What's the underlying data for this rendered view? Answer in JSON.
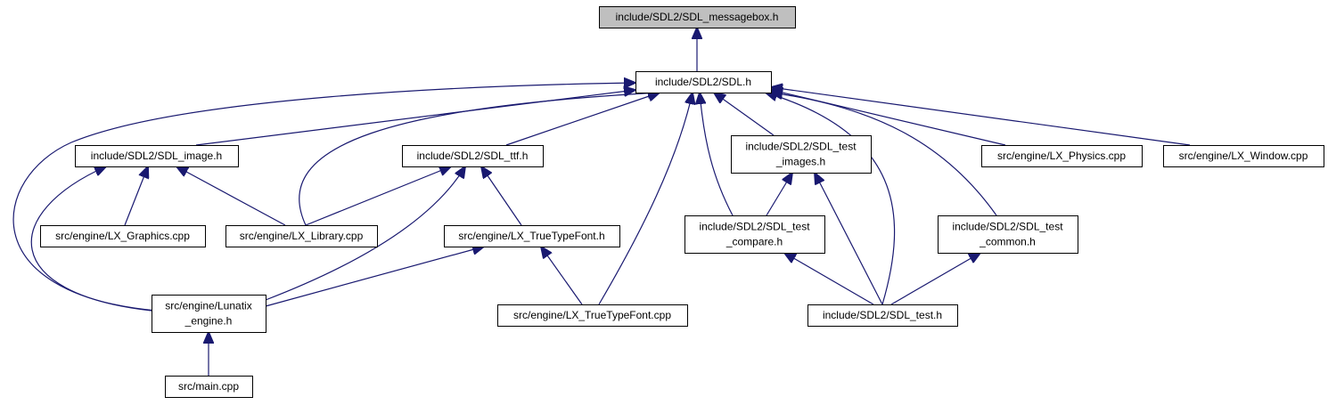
{
  "diagram": {
    "type": "include-dependency-graph",
    "colors": {
      "edge": "#191970",
      "node_fill": "#ffffff",
      "root_fill": "#bfbfbf",
      "border": "#000000"
    },
    "nodes": [
      {
        "id": "messagebox",
        "lines": [
          "include/SDL2/SDL_messagebox.h"
        ],
        "root": true
      },
      {
        "id": "sdl",
        "lines": [
          "include/SDL2/SDL.h"
        ]
      },
      {
        "id": "image",
        "lines": [
          "include/SDL2/SDL_image.h"
        ]
      },
      {
        "id": "ttf",
        "lines": [
          "include/SDL2/SDL_ttf.h"
        ]
      },
      {
        "id": "test_images",
        "lines": [
          "include/SDL2/SDL_test",
          "_images.h"
        ]
      },
      {
        "id": "physics",
        "lines": [
          "src/engine/LX_Physics.cpp"
        ]
      },
      {
        "id": "window",
        "lines": [
          "src/engine/LX_Window.cpp"
        ]
      },
      {
        "id": "graphics",
        "lines": [
          "src/engine/LX_Graphics.cpp"
        ]
      },
      {
        "id": "library",
        "lines": [
          "src/engine/LX_Library.cpp"
        ]
      },
      {
        "id": "ttfont_h",
        "lines": [
          "src/engine/LX_TrueTypeFont.h"
        ]
      },
      {
        "id": "test_compare",
        "lines": [
          "include/SDL2/SDL_test",
          "_compare.h"
        ]
      },
      {
        "id": "test_common",
        "lines": [
          "include/SDL2/SDL_test",
          "_common.h"
        ]
      },
      {
        "id": "lunatix",
        "lines": [
          "src/engine/Lunatix",
          "_engine.h"
        ]
      },
      {
        "id": "ttfont_cpp",
        "lines": [
          "src/engine/LX_TrueTypeFont.cpp"
        ]
      },
      {
        "id": "sdl_test",
        "lines": [
          "include/SDL2/SDL_test.h"
        ]
      },
      {
        "id": "main",
        "lines": [
          "src/main.cpp"
        ]
      }
    ],
    "edges": [
      {
        "from": "sdl",
        "to": "messagebox"
      },
      {
        "from": "image",
        "to": "sdl"
      },
      {
        "from": "ttf",
        "to": "sdl"
      },
      {
        "from": "test_images",
        "to": "sdl"
      },
      {
        "from": "physics",
        "to": "sdl"
      },
      {
        "from": "window",
        "to": "sdl"
      },
      {
        "from": "library",
        "to": "sdl"
      },
      {
        "from": "lunatix",
        "to": "sdl"
      },
      {
        "from": "ttfont_cpp",
        "to": "sdl"
      },
      {
        "from": "test_compare",
        "to": "sdl"
      },
      {
        "from": "sdl_test",
        "to": "sdl"
      },
      {
        "from": "test_common",
        "to": "sdl"
      },
      {
        "from": "graphics",
        "to": "image"
      },
      {
        "from": "library",
        "to": "image"
      },
      {
        "from": "lunatix",
        "to": "image"
      },
      {
        "from": "library",
        "to": "ttf"
      },
      {
        "from": "ttfont_h",
        "to": "ttf"
      },
      {
        "from": "lunatix",
        "to": "ttf"
      },
      {
        "from": "test_compare",
        "to": "test_images"
      },
      {
        "from": "sdl_test",
        "to": "test_images"
      },
      {
        "from": "lunatix",
        "to": "ttfont_h"
      },
      {
        "from": "ttfont_cpp",
        "to": "ttfont_h"
      },
      {
        "from": "sdl_test",
        "to": "test_compare"
      },
      {
        "from": "sdl_test",
        "to": "test_common"
      },
      {
        "from": "main",
        "to": "lunatix"
      }
    ]
  }
}
